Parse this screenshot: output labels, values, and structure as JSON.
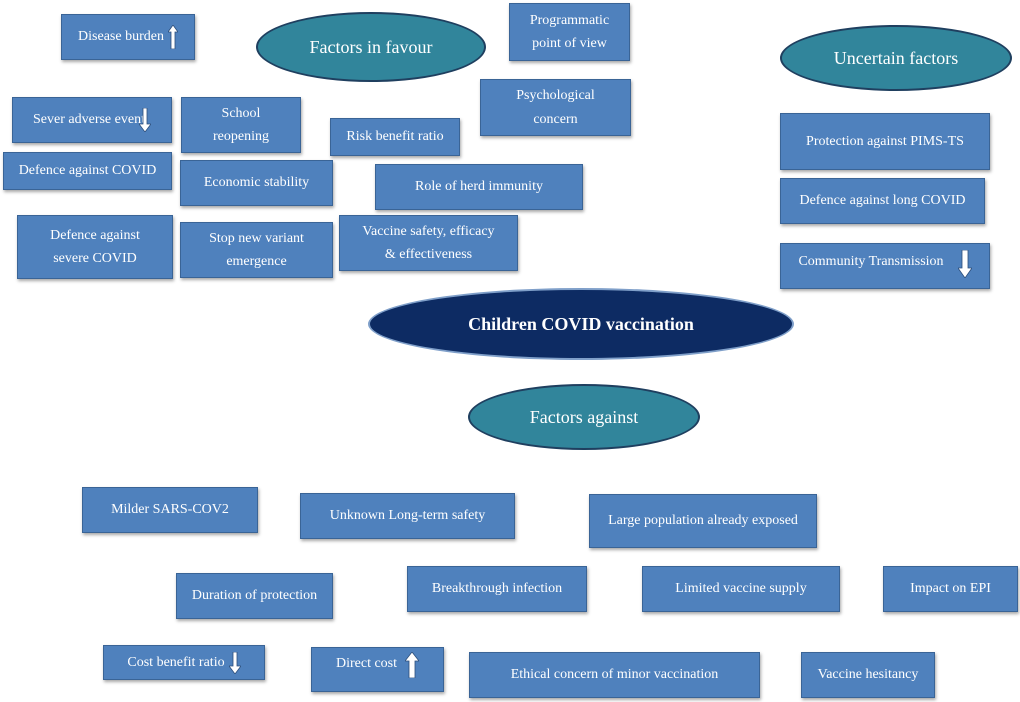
{
  "center": {
    "label": "Children COVID vaccination"
  },
  "headings": {
    "favour": "Factors in favour",
    "uncertain": "Uncertain factors",
    "against": "Factors against"
  },
  "favour_items": {
    "disease_burden": {
      "label": "Disease burden",
      "arrow": "up"
    },
    "severe_adverse": {
      "label": "Sever adverse event",
      "arrow": "down"
    },
    "defence_covid": {
      "label": "Defence against COVID"
    },
    "defence_severe_1": {
      "label": "Defence against"
    },
    "defence_severe_2": {
      "label": "severe COVID"
    },
    "school_1": {
      "label": "School"
    },
    "school_2": {
      "label": "reopening"
    },
    "economic": {
      "label": "Economic stability"
    },
    "variant_1": {
      "label": "Stop new variant"
    },
    "variant_2": {
      "label": "emergence"
    },
    "programmatic_1": {
      "label": "Programmatic"
    },
    "programmatic_2": {
      "label": "point of view"
    },
    "psychological_1": {
      "label": "Psychological"
    },
    "psychological_2": {
      "label": "concern"
    },
    "risk_benefit": {
      "label": "Risk benefit ratio"
    },
    "herd": {
      "label": "Role of herd immunity"
    },
    "safety_1": {
      "label": "Vaccine safety, efficacy"
    },
    "safety_2": {
      "label": "& effectiveness"
    }
  },
  "uncertain_items": {
    "pims": {
      "label": "Protection against PIMS-TS"
    },
    "long_covid": {
      "label": "Defence against long COVID"
    },
    "community": {
      "label": "Community Transmission",
      "arrow": "down"
    }
  },
  "against_items": {
    "milder": {
      "label": "Milder SARS-COV2"
    },
    "long_term": {
      "label": "Unknown Long-term safety"
    },
    "exposed": {
      "label": "Large population already exposed"
    },
    "duration": {
      "label": "Duration of protection"
    },
    "breakthrough": {
      "label": "Breakthrough infection"
    },
    "supply": {
      "label": "Limited vaccine supply"
    },
    "epi": {
      "label": "Impact on EPI"
    },
    "cost_benefit": {
      "label": "Cost benefit ratio",
      "arrow": "down"
    },
    "direct_cost": {
      "label": "Direct cost",
      "arrow": "up"
    },
    "ethical": {
      "label": "Ethical concern of minor vaccination"
    },
    "hesitancy": {
      "label": "Vaccine hesitancy"
    }
  },
  "colors": {
    "box": "#4f81bd",
    "teal_oval": "#31859b",
    "center_oval": "#0d2b63"
  }
}
